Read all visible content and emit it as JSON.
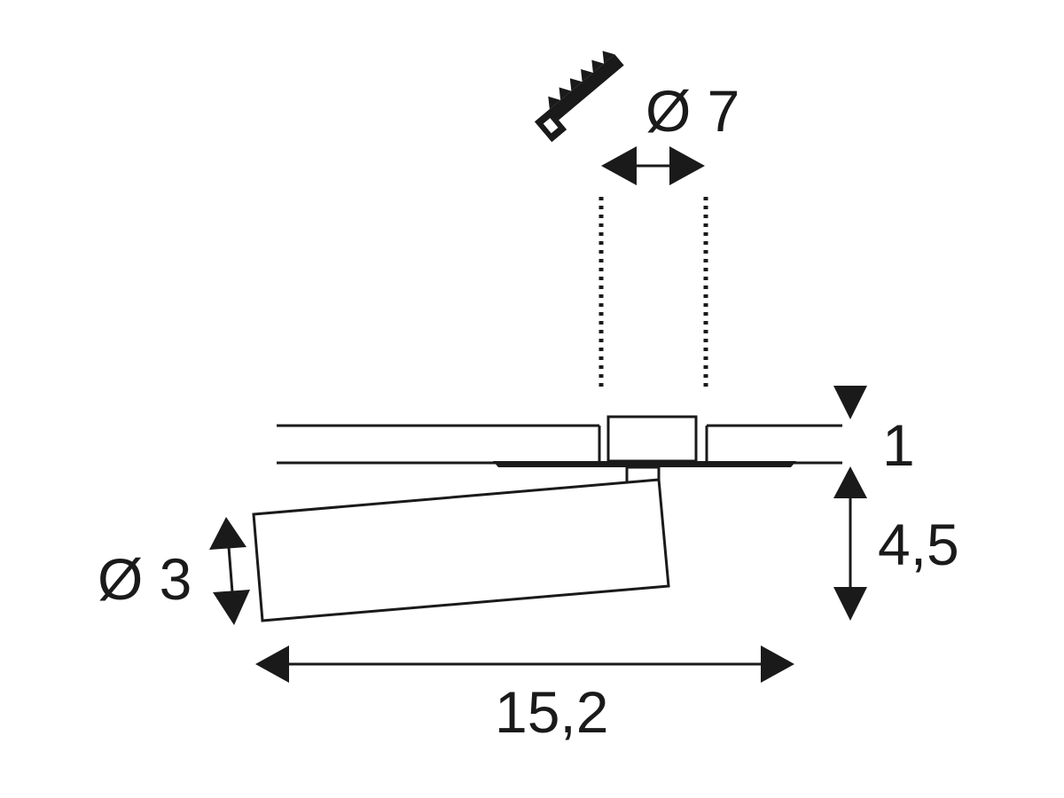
{
  "dimensions": {
    "cutout": "Ø 7",
    "thickness": "1",
    "height": "4,5",
    "head_diameter": "Ø 3",
    "length": "15,2"
  },
  "icons": {
    "cut_tool": "saw-icon"
  }
}
